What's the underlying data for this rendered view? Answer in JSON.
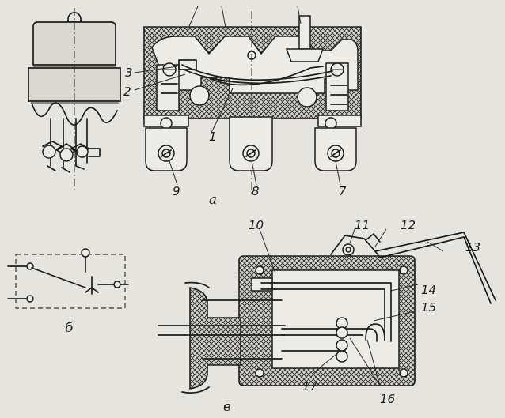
{
  "labels": {
    "a": {
      "l1": "1",
      "l2": "2",
      "l3": "3",
      "l7": "7",
      "l8": "8",
      "l9": "9"
    },
    "v": {
      "l10": "10",
      "l11": "11",
      "l12": "12",
      "l13": "13",
      "l14": "14",
      "l15": "15",
      "l16": "16",
      "l17": "17"
    }
  },
  "subfigures": {
    "a": "а",
    "b": "б",
    "v": "в"
  }
}
